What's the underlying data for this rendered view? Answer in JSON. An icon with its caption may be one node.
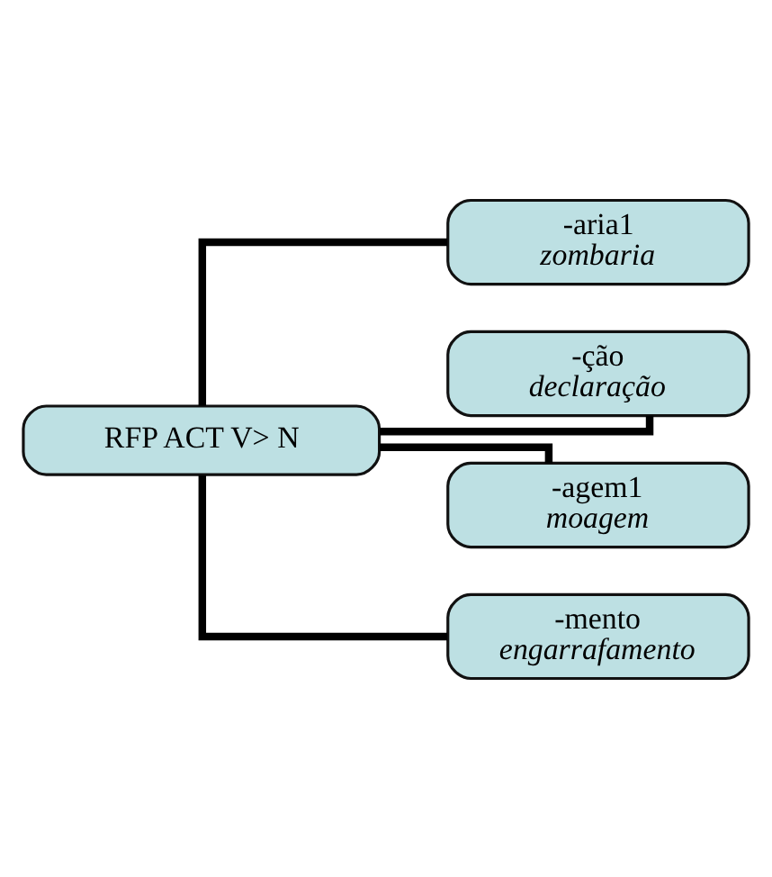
{
  "diagram": {
    "nodes": [
      {
        "text": [
          "RFP ACT V> N"
        ]
      },
      {
        "text": [
          "-aria1",
          "zombaria"
        ]
      },
      {
        "text": [
          "-ção",
          "declaração"
        ]
      },
      {
        "text": [
          "-agem1",
          "moagem"
        ]
      },
      {
        "text": [
          "-mento",
          "engarrafamento"
        ]
      }
    ],
    "edges": [
      {
        "from": 0,
        "to": 1,
        "arrow": "none"
      },
      {
        "from": 0,
        "to": 2,
        "arrow": "none"
      },
      {
        "from": 0,
        "to": 3,
        "arrow": "none"
      },
      {
        "from": 0,
        "to": 4,
        "arrow": "none"
      }
    ]
  }
}
